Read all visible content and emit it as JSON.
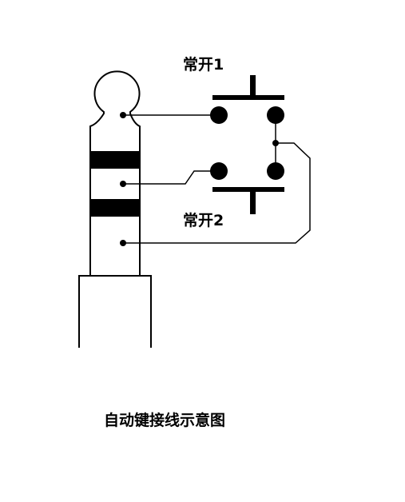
{
  "labels": {
    "switch1": "常开1",
    "switch2": "常开2",
    "caption": "自动键接线示意图"
  },
  "colors": {
    "ink": "#000000",
    "background": "#ffffff"
  }
}
